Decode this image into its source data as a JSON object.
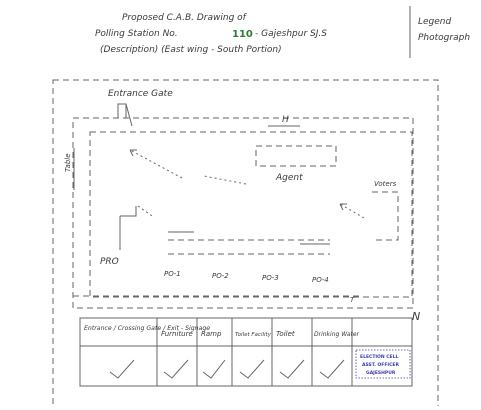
{
  "header": {
    "line1": "Proposed C.A.B. Drawing of",
    "line2_prefix": "Polling Station No.",
    "station_number": "110",
    "line2_suffix": "- Gajeshpur SJ.S",
    "line3": "(Description) (East wing - South Portion)",
    "side_line1": "Legend",
    "side_line2": "Photograph"
  },
  "diagram": {
    "entrance_label": "Entrance Gate",
    "h_label": "H",
    "agent_label": "Agent",
    "table_label": "Table",
    "pro_label": "PRO",
    "officer_labels": [
      "PO-1",
      "PO-2",
      "PO-3",
      "PO-4"
    ],
    "voters_label": "Voters",
    "n_label": "N"
  },
  "facilities": {
    "items": [
      "Entrance / Crossing Gate / Exit - Signage",
      "Furniture",
      "Ramp",
      "Toilet Facility",
      "Toilet",
      "Drinking Water"
    ]
  },
  "stamp": {
    "line1": "ELECTION CELL",
    "line2": "ASST. OFFICER",
    "line3": "GAJESHPUR"
  }
}
